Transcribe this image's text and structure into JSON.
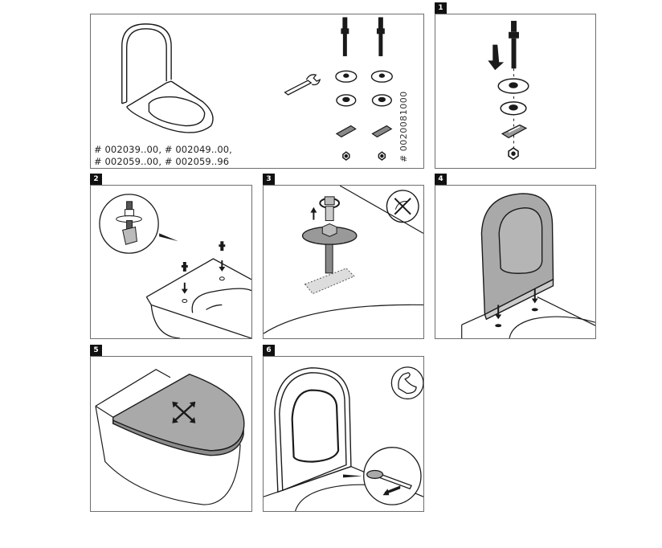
{
  "document": {
    "title": "Toilet seat installation instructions",
    "colors": {
      "line": "#1a1a1a",
      "fill_grey": "#a9a9a9",
      "badge_bg": "#111111",
      "border": "#6e6e6e"
    }
  },
  "parts_panel": {
    "article_numbers_line1": "# 002039..00, # 002049..00,",
    "article_numbers_line2": "# 002059..00, # 002059..96",
    "kit_number": "# 0020081000",
    "parts": [
      "toilet-seat-with-lid",
      "wrench",
      "threaded-bolt",
      "threaded-bolt",
      "large-washer",
      "large-washer",
      "small-washer",
      "small-washer",
      "anchor-plate",
      "anchor-plate",
      "nut",
      "nut"
    ]
  },
  "steps": [
    {
      "number": "1",
      "description_icon": "bolt-assembly-exploded"
    },
    {
      "number": "2",
      "description_icon": "insert-bolts-into-bowl"
    },
    {
      "number": "3",
      "description_icon": "tighten-bolt-no-tool",
      "prohibition_icon": "no-tool-icon"
    },
    {
      "number": "4",
      "description_icon": "place-seat-on-bolts"
    },
    {
      "number": "5",
      "description_icon": "adjust-seat-position"
    },
    {
      "number": "6",
      "description_icon": "tighten-with-wrench",
      "strength_icon": "flexed-arm-icon"
    }
  ]
}
